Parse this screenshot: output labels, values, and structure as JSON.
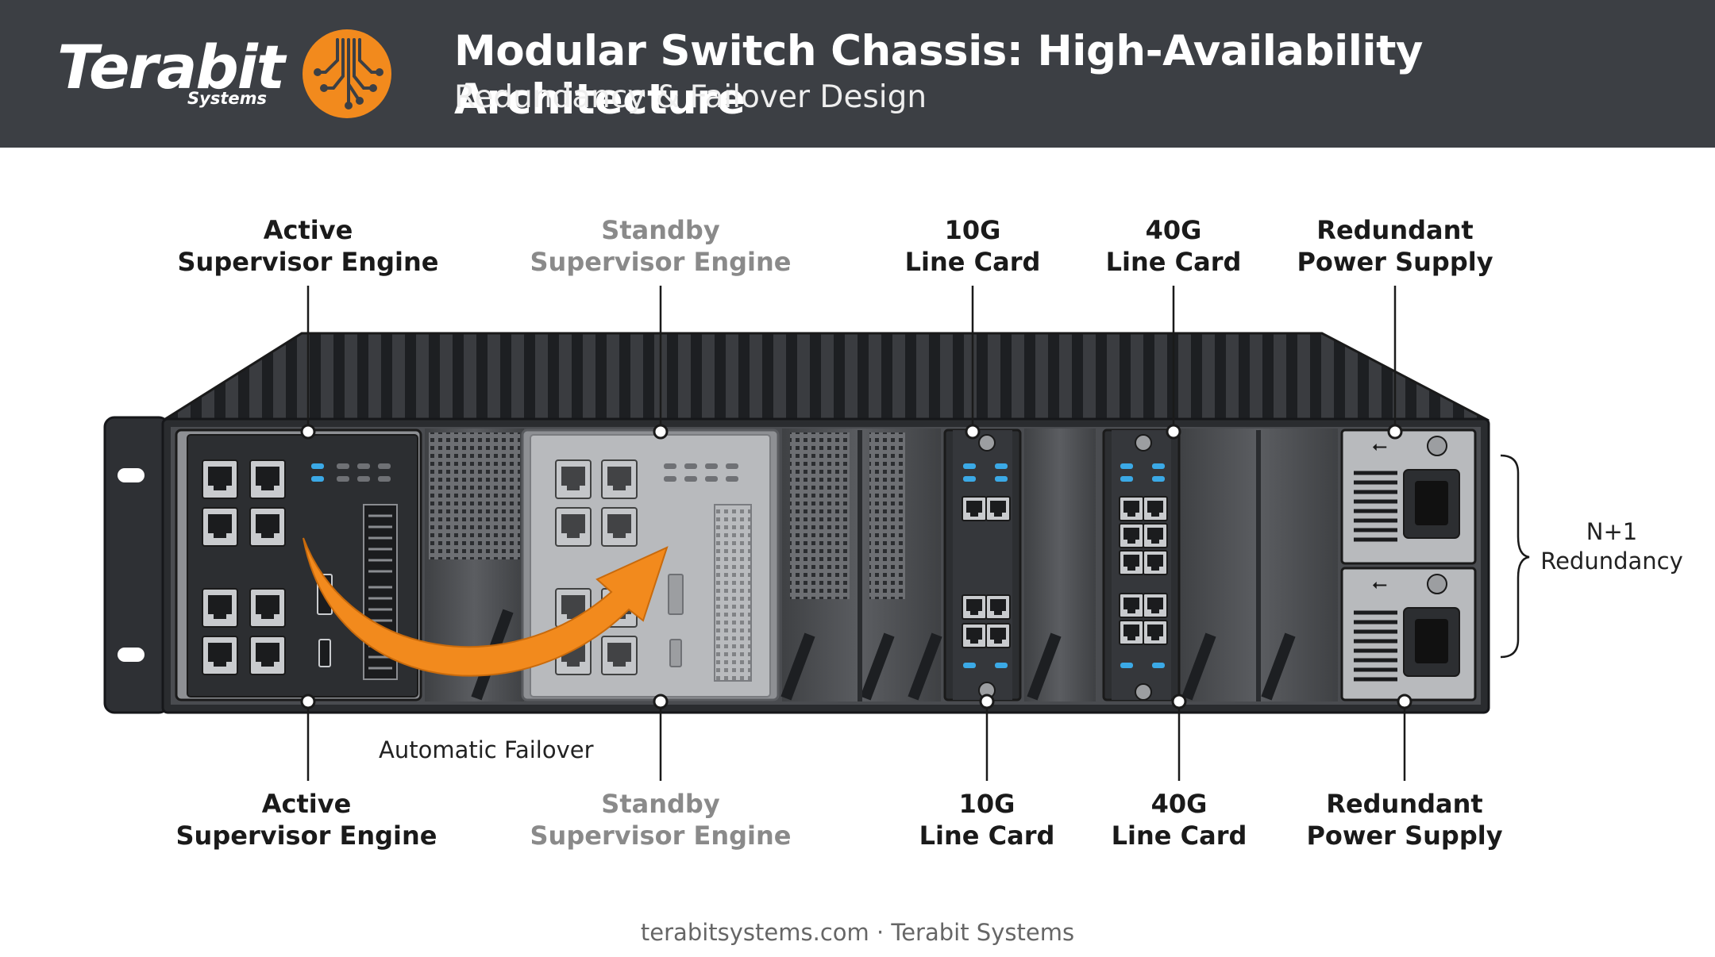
{
  "header": {
    "logo_word": "Terabit",
    "logo_sub": "Systems",
    "title": "Modular Switch Chassis: High-Availability Architecture",
    "subtitle": "Redundancy & Failover Design"
  },
  "colors": {
    "header_bg": "#3c3f44",
    "accent_orange": "#f28a1d",
    "chassis_dark": "#2a2c2f",
    "led_blue": "#3ba9e6"
  },
  "labels_top": [
    {
      "line1": "Active",
      "line2": "Supervisor Engine"
    },
    {
      "line1": "Standby",
      "line2": "Supervisor Engine"
    },
    {
      "line1": "10G",
      "line2": "Line Card"
    },
    {
      "line1": "40G",
      "line2": "Line Card"
    },
    {
      "line1": "Redundant",
      "line2": "Power Supply"
    }
  ],
  "labels_bottom": [
    {
      "line1": "Active",
      "line2": "Supervisor Engine"
    },
    {
      "line1": "Standby",
      "line2": "Supervisor Engine"
    },
    {
      "line1": "10G",
      "line2": "Line Card"
    },
    {
      "line1": "40G",
      "line2": "Line Card"
    },
    {
      "line1": "Redundant",
      "line2": "Power Supply"
    }
  ],
  "redundancy": {
    "line1": "N+1",
    "line2": "Redundancy"
  },
  "failover_label": "Automatic Failover",
  "footer": "terabitsystems.com · Terabit Systems",
  "icons": [
    "ethernet-port-icon",
    "usb-icon",
    "power-inlet-icon",
    "screw-icon",
    "failover-arrow-icon",
    "brace-icon"
  ]
}
